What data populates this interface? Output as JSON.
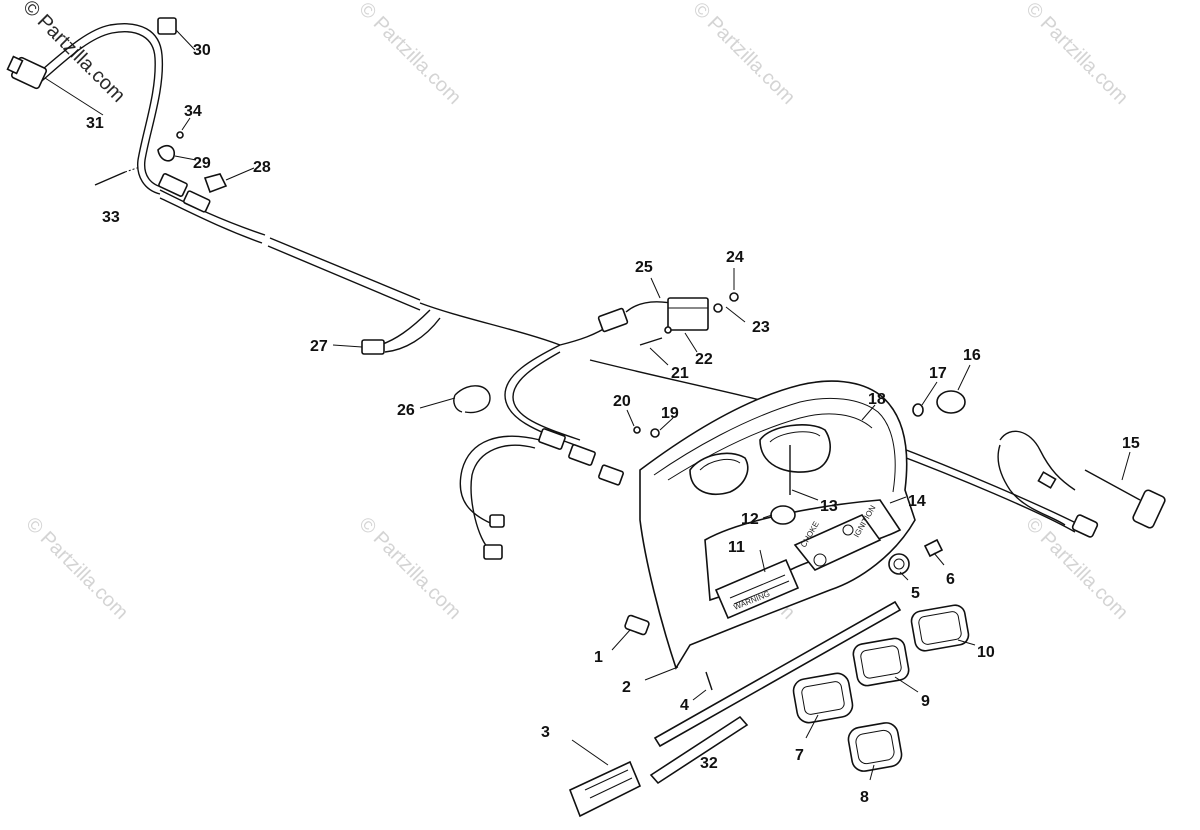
{
  "watermarks": {
    "main": "© Partzilla.com",
    "repeat": "© Partzilla.com"
  },
  "decals": {
    "warning": "WARNING",
    "choke": "CHOKE",
    "ignition": "IGNITION"
  },
  "callouts": [
    "1",
    "2",
    "3",
    "4",
    "5",
    "6",
    "7",
    "8",
    "9",
    "10",
    "11",
    "12",
    "13",
    "14",
    "15",
    "16",
    "17",
    "18",
    "19",
    "20",
    "21",
    "22",
    "23",
    "24",
    "25",
    "26",
    "27",
    "28",
    "29",
    "30",
    "31",
    "32",
    "33",
    "34"
  ]
}
